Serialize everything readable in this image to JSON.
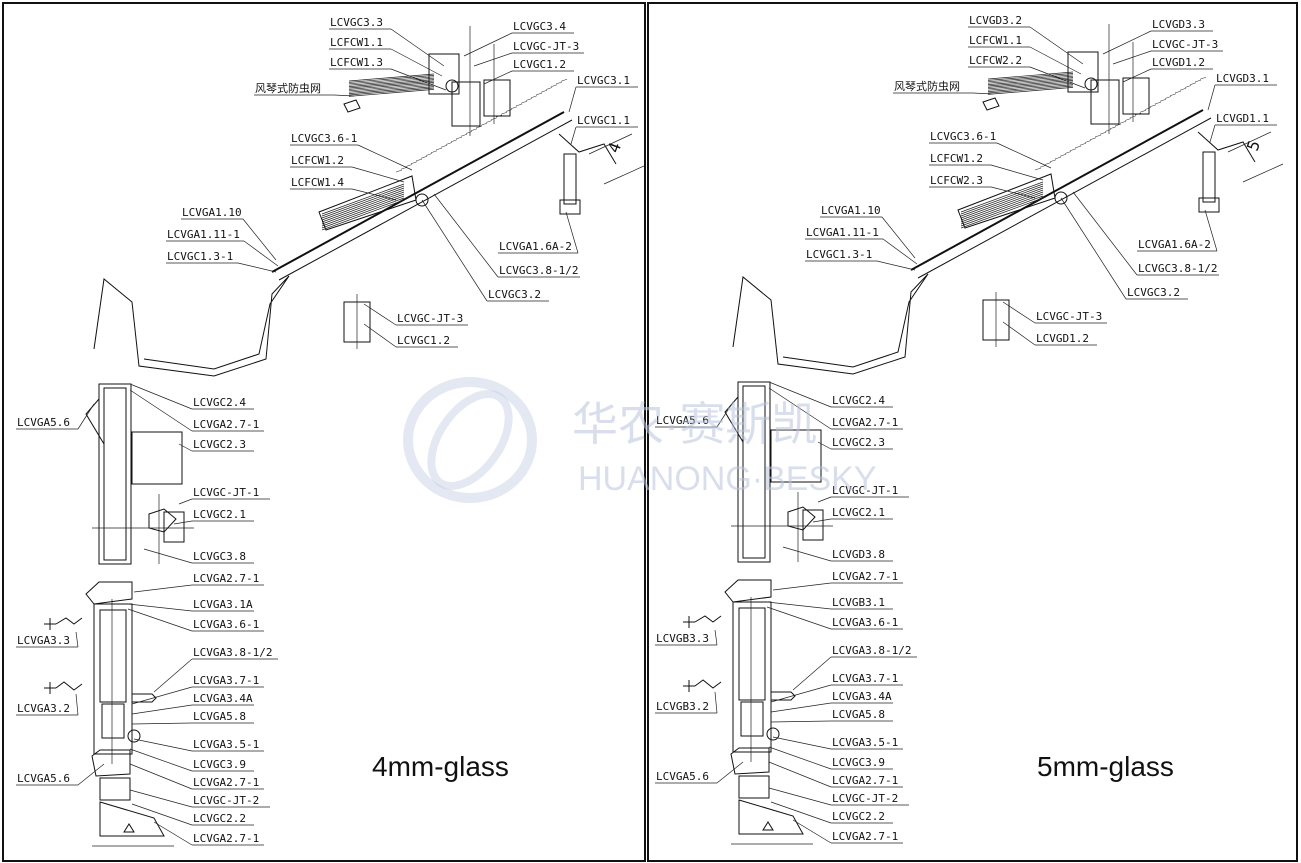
{
  "watermark": {
    "cn": "华农·赛斯凯",
    "en": "HUANONG·BESKY"
  },
  "panels": [
    {
      "caption": "4mm-glass",
      "glass_dim": "4",
      "labels": {
        "top_1": "LCVGC3.3",
        "top_2": "LCFCW1.1",
        "top_3": "LCFCW1.3",
        "top_4": "风琴式防虫网",
        "top_r1": "LCVGC3.4",
        "top_r2": "LCVGC-JT-3",
        "top_r3": "LCVGC1.2",
        "roof_r1": "LCVGC3.1",
        "roof_r2": "LCVGC1.1",
        "mid_1": "LCVGC3.6-1",
        "mid_2": "LCFCW1.2",
        "mid_3": "LCFCW1.4",
        "mid_4": "LCVGA1.10",
        "mid_5": "LCVGA1.11-1",
        "mid_6": "LCVGC1.3-1",
        "mid_r1": "LCVGA1.6A-2",
        "mid_r2": "LCVGC3.8-1/2",
        "mid_r3": "LCVGC3.2",
        "mid_r4": "LCVGC-JT-3",
        "mid_r5": "LCVGC1.2",
        "side_1": "LCVGA5.6",
        "side_2": "LCVGA3.3",
        "side_3": "LCVGA3.2",
        "side_4": "LCVGA5.6",
        "r01": "LCVGC2.4",
        "r02": "LCVGA2.7-1",
        "r03": "LCVGC2.3",
        "r04": "LCVGC-JT-1",
        "r05": "LCVGC2.1",
        "r06": "LCVGC3.8",
        "r07": "LCVGA2.7-1",
        "r08": "LCVGA3.1A",
        "r09": "LCVGA3.6-1",
        "r10": "LCVGA3.8-1/2",
        "r11": "LCVGA3.7-1",
        "r12": "LCVGA3.4A",
        "r13": "LCVGA5.8",
        "r14": "LCVGA3.5-1",
        "r15": "LCVGC3.9",
        "r16": "LCVGA2.7-1",
        "r17": "LCVGC-JT-2",
        "r18": "LCVGC2.2",
        "r19": "LCVGA2.7-1"
      }
    },
    {
      "caption": "5mm-glass",
      "glass_dim": "5",
      "labels": {
        "top_1": "LCVGD3.2",
        "top_2": "LCFCW1.1",
        "top_3": "LCFCW2.2",
        "top_4": "风琴式防虫网",
        "top_r1": "LCVGD3.3",
        "top_r2": "LCVGC-JT-3",
        "top_r3": "LCVGD1.2",
        "roof_r1": "LCVGD3.1",
        "roof_r2": "LCVGD1.1",
        "mid_1": "LCVGC3.6-1",
        "mid_2": "LCFCW1.2",
        "mid_3": "LCFCW2.3",
        "mid_4": "LCVGA1.10",
        "mid_5": "LCVGA1.11-1",
        "mid_6": "LCVGC1.3-1",
        "mid_r1": "LCVGA1.6A-2",
        "mid_r2": "LCVGC3.8-1/2",
        "mid_r3": "LCVGC3.2",
        "mid_r4": "LCVGC-JT-3",
        "mid_r5": "LCVGD1.2",
        "side_1": "LCVGA5.6",
        "side_2": "LCVGB3.3",
        "side_3": "LCVGB3.2",
        "side_4": "LCVGA5.6",
        "r01": "LCVGC2.4",
        "r02": "LCVGA2.7-1",
        "r03": "LCVGC2.3",
        "r04": "LCVGC-JT-1",
        "r05": "LCVGC2.1",
        "r06": "LCVGD3.8",
        "r07": "LCVGA2.7-1",
        "r08": "LCVGB3.1",
        "r09": "LCVGA3.6-1",
        "r10": "LCVGA3.8-1/2",
        "r11": "LCVGA3.7-1",
        "r12": "LCVGA3.4A",
        "r13": "LCVGA5.8",
        "r14": "LCVGA3.5-1",
        "r15": "LCVGC3.9",
        "r16": "LCVGA2.7-1",
        "r17": "LCVGC-JT-2",
        "r18": "LCVGC2.2",
        "r19": "LCVGA2.7-1"
      }
    }
  ]
}
